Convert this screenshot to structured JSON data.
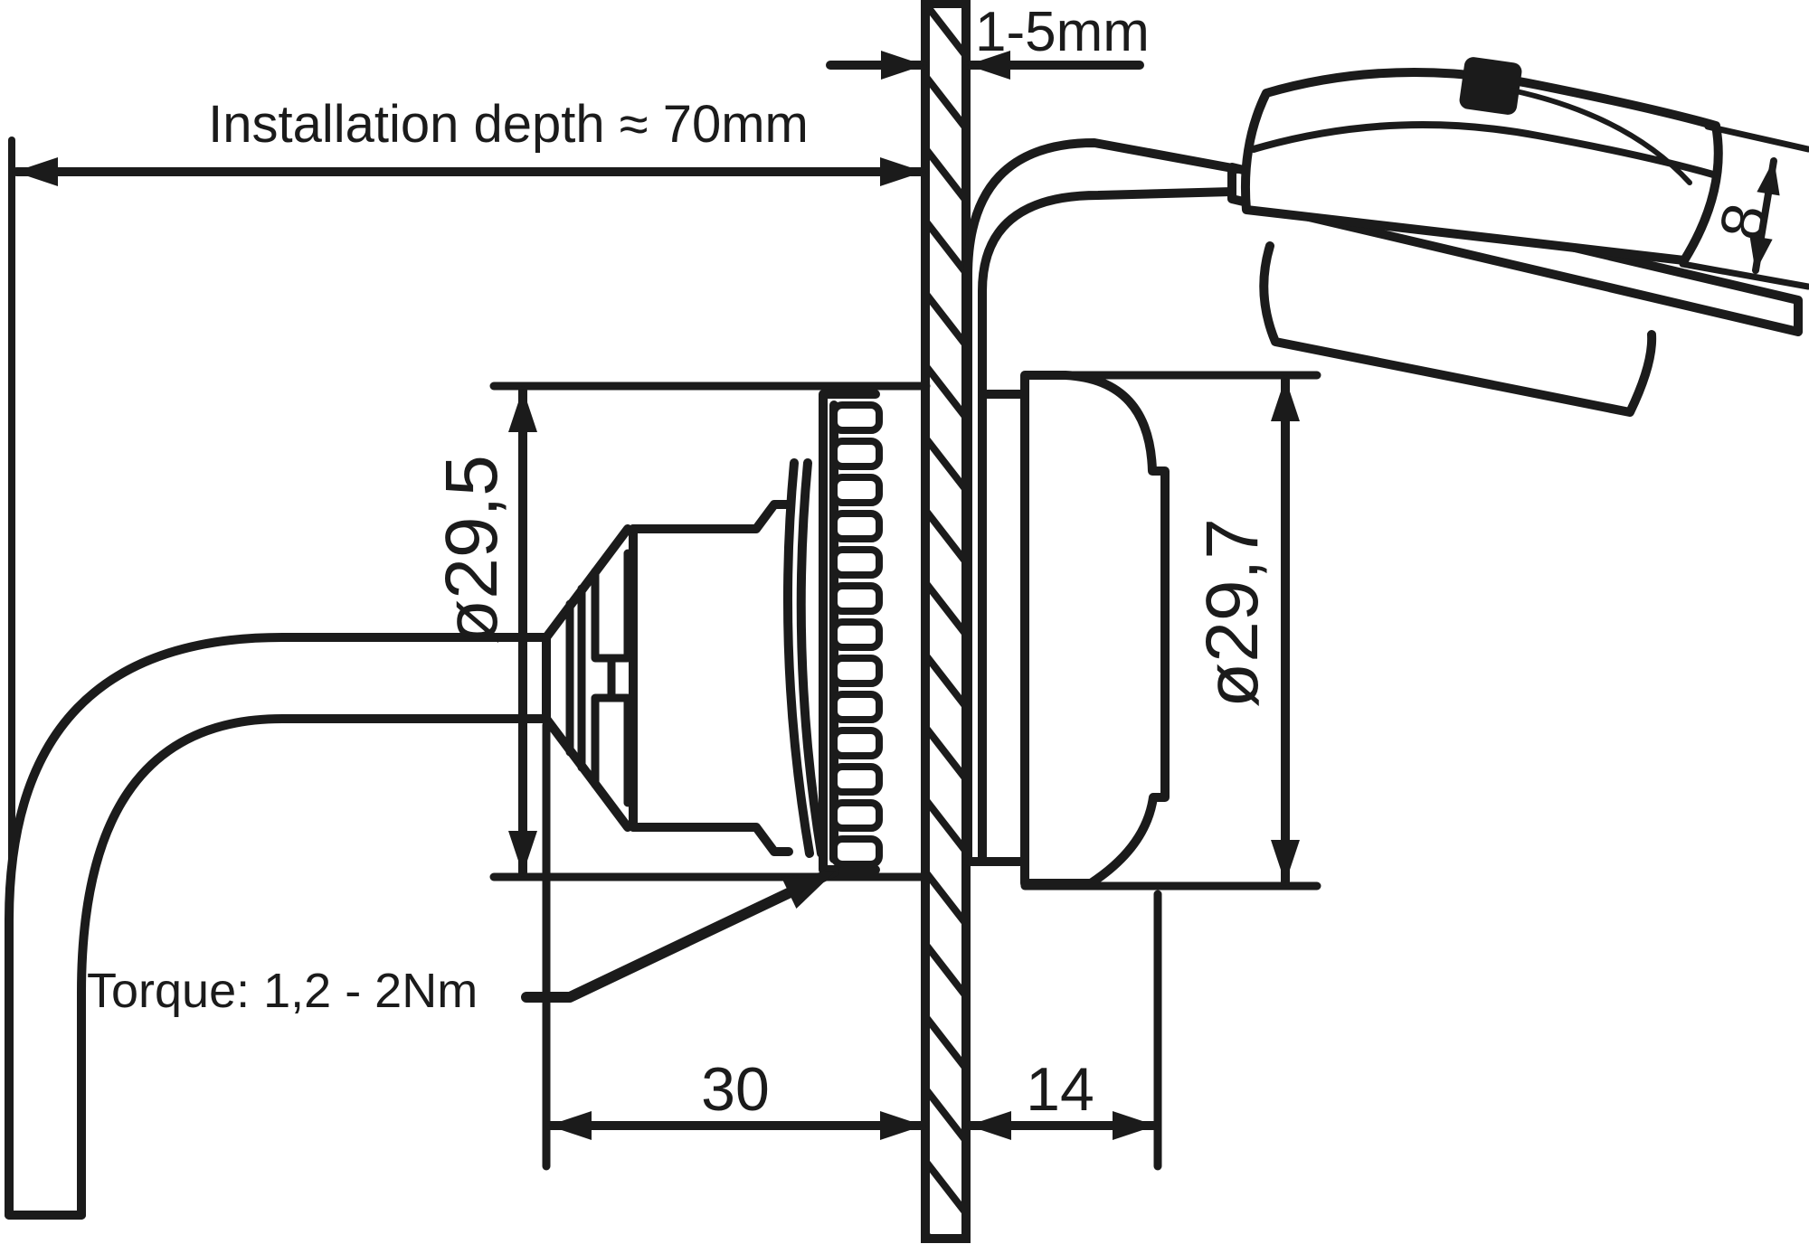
{
  "figure": {
    "type": "technical-installation-drawing",
    "description": "Side cross-section of a panel-mounted sensor: cable entry with strain-relief cone, knurled locking nut, hatched mounting panel, front head and tilted remote sensor head on a bracket",
    "colors": {
      "ink": "#1b1b1b",
      "background": "#ffffff"
    },
    "labels": {
      "installation_depth": "Installation depth  ≈ 70mm",
      "panel_thickness": "1-5mm",
      "rear_diameter": "ø29,5",
      "front_diameter": "ø29,7",
      "head_height": "8",
      "rear_length": "30",
      "front_length": "14",
      "torque": "Torque: 1,2 - 2Nm"
    }
  }
}
